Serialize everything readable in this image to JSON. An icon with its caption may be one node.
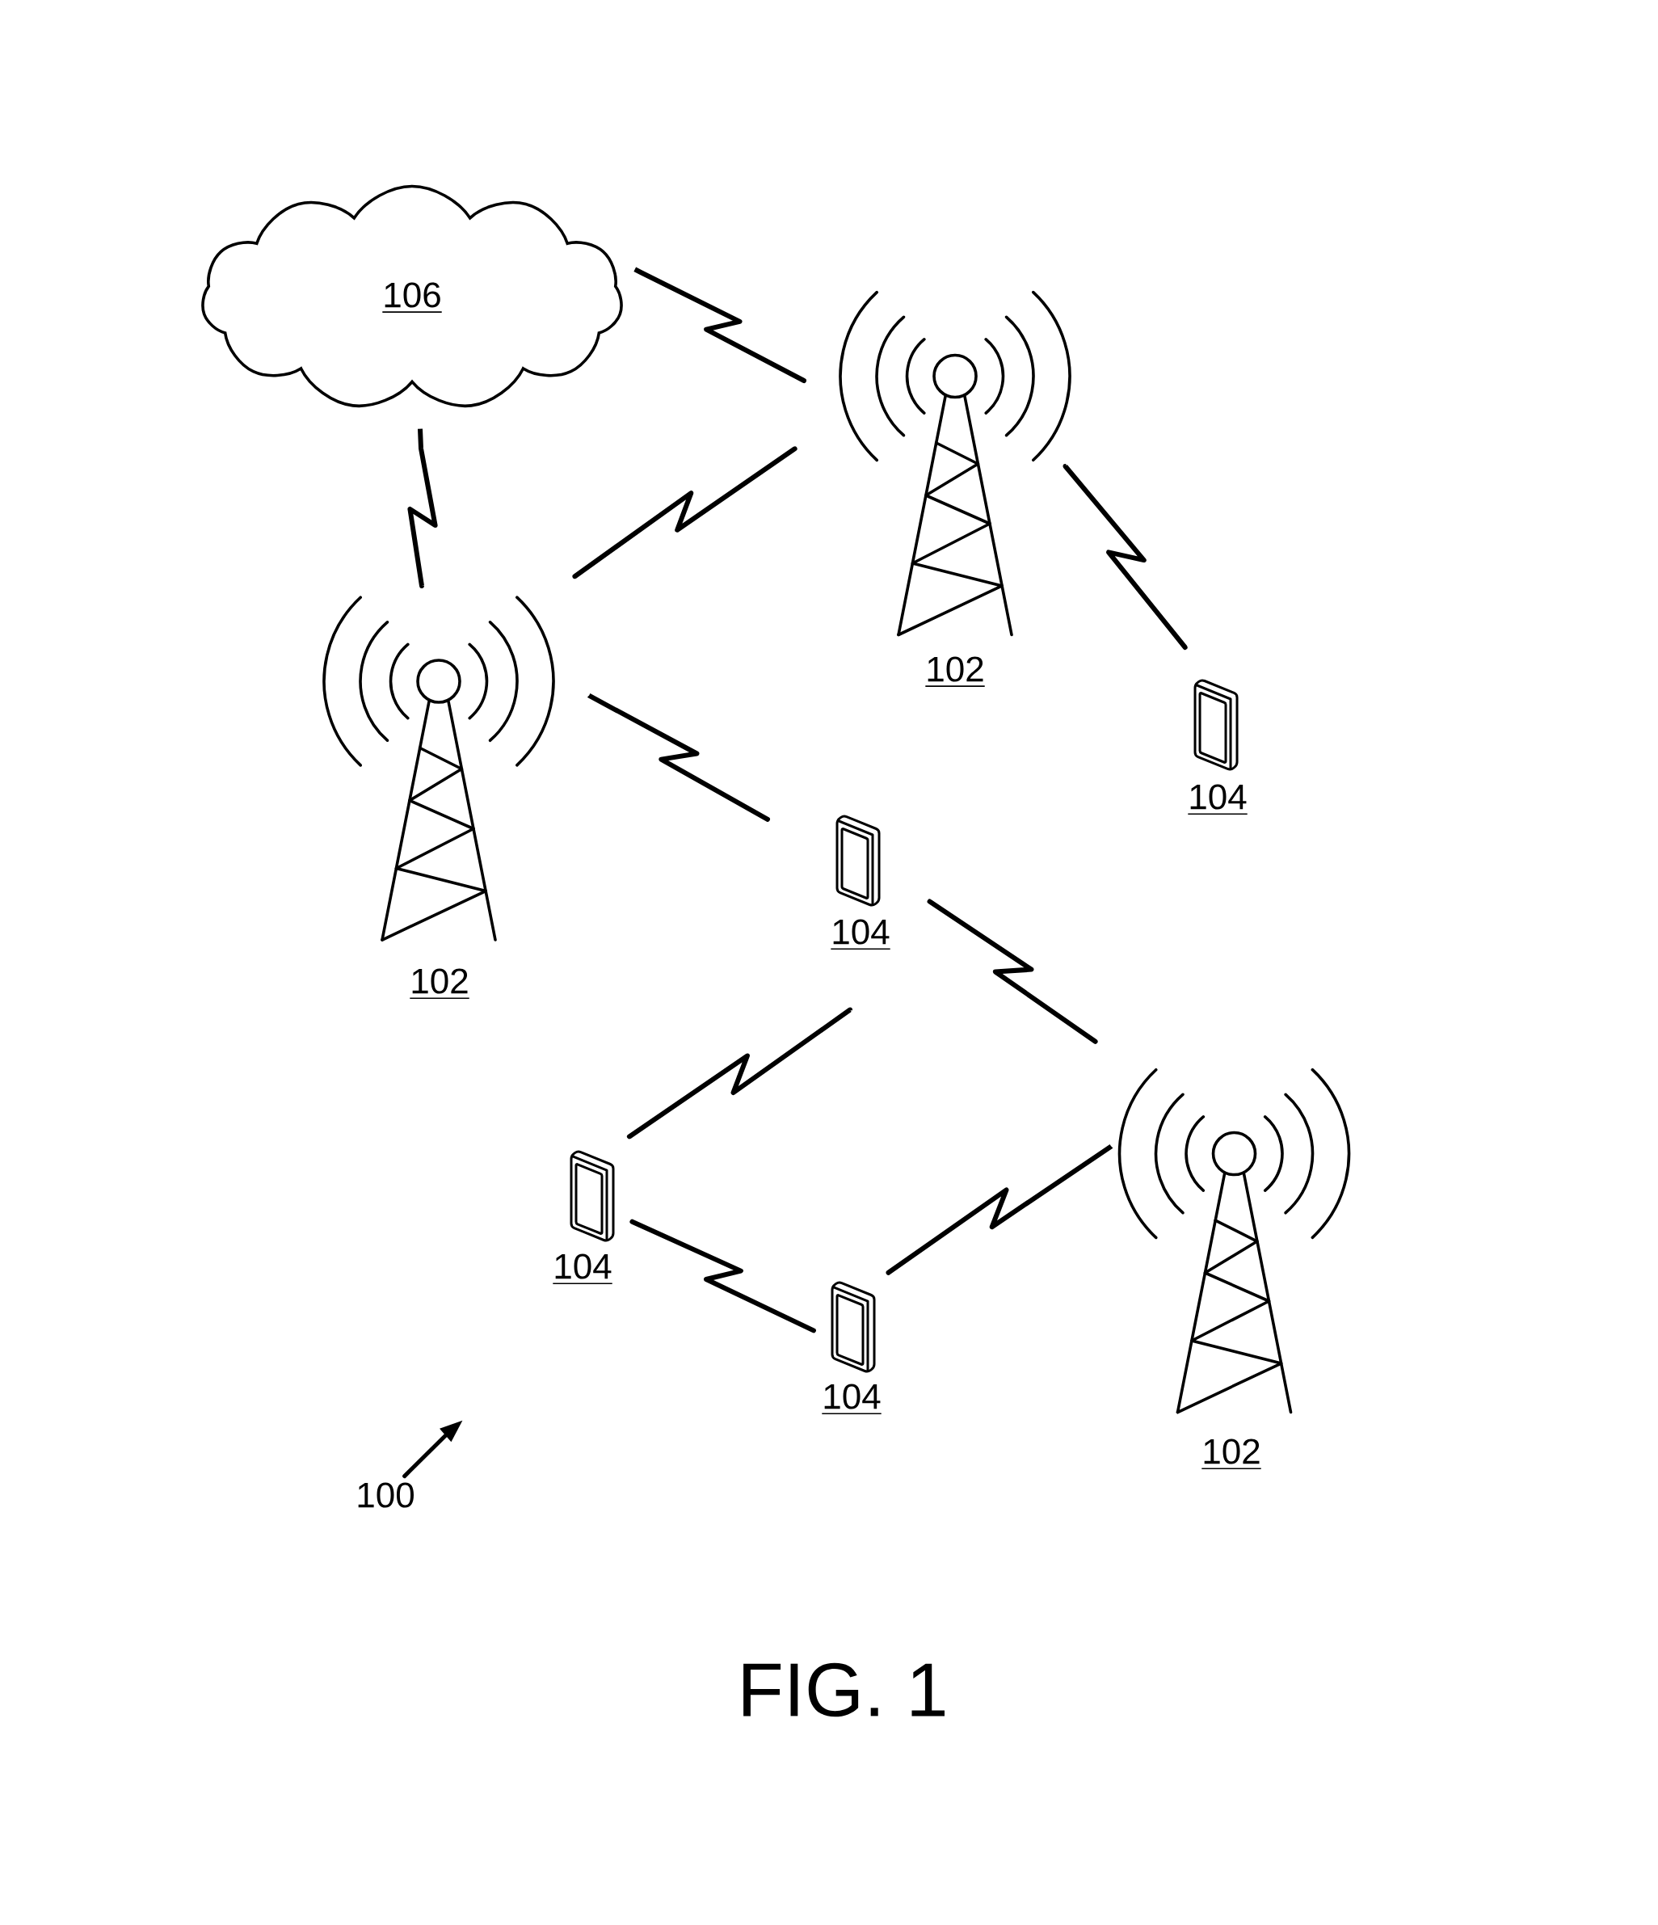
{
  "diagram": {
    "caption": "FIG. 1",
    "nodes": [
      {
        "text": [
          "106"
        ]
      },
      {
        "text": [],
        "shape": "picture",
        "beside": [
          "102"
        ]
      },
      {
        "text": [],
        "shape": "picture",
        "beside": [
          "102"
        ]
      },
      {
        "text": [],
        "shape": "picture",
        "beside": [
          "104"
        ]
      },
      {
        "text": [],
        "shape": "picture",
        "beside": [
          "104"
        ]
      },
      {
        "text": [],
        "shape": "picture",
        "beside": [
          "102"
        ]
      },
      {
        "text": [],
        "shape": "picture",
        "beside": [
          "104"
        ]
      },
      {
        "text": [],
        "shape": "picture",
        "beside": [
          "104"
        ]
      },
      {
        "text": [
          "100"
        ]
      }
    ],
    "edges": [
      {
        "from": 0,
        "to": 1,
        "arrow": "none"
      },
      {
        "from": 0,
        "to": 2,
        "arrow": "none"
      },
      {
        "from": 2,
        "to": 1,
        "arrow": "none"
      },
      {
        "from": 1,
        "to": 3,
        "arrow": "none"
      },
      {
        "from": 2,
        "to": 4,
        "arrow": "none"
      },
      {
        "from": 4,
        "to": 5,
        "arrow": "none"
      },
      {
        "from": 4,
        "to": 6,
        "arrow": "none"
      },
      {
        "from": 6,
        "to": 7,
        "arrow": "none"
      },
      {
        "from": 7,
        "to": 5,
        "arrow": "none"
      },
      {
        "from": 8,
        "to": null,
        "arrow": "to"
      }
    ]
  }
}
